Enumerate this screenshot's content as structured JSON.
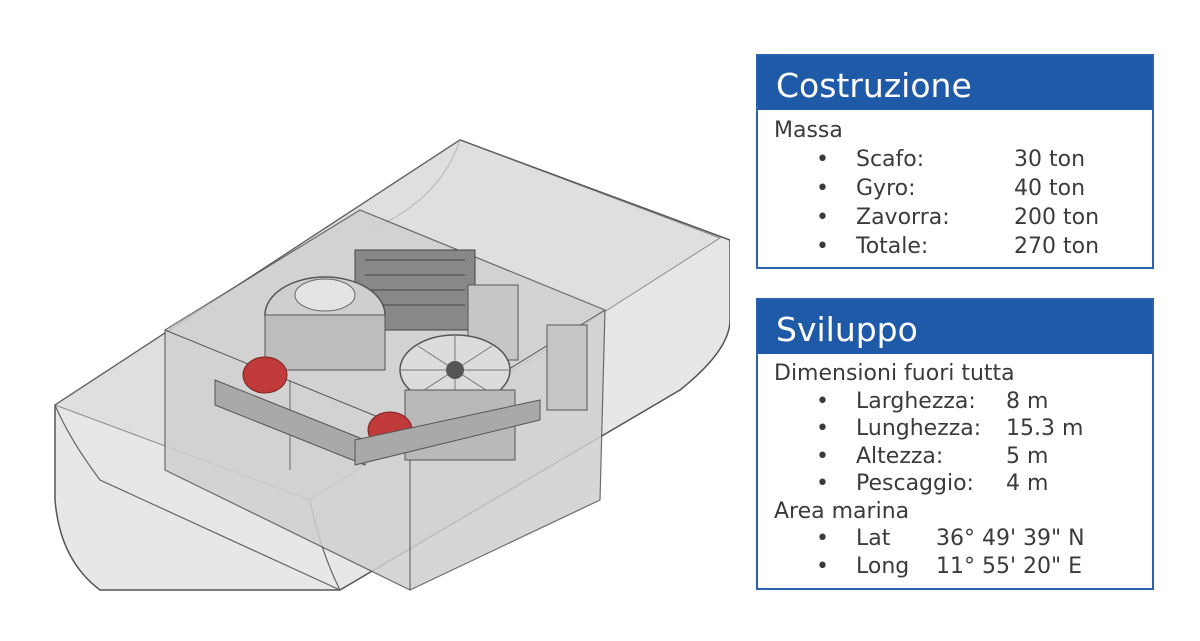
{
  "construction": {
    "title": "Costruzione",
    "section": "Massa",
    "items": [
      {
        "label": "Scafo:",
        "value": "30 ton"
      },
      {
        "label": "Gyro:",
        "value": "40 ton"
      },
      {
        "label": "Zavorra:",
        "value": "200 ton"
      },
      {
        "label": "Totale:",
        "value": "270 ton"
      }
    ]
  },
  "development": {
    "title": "Sviluppo",
    "dimensions_section": "Dimensioni fuori tutta",
    "dimensions": [
      {
        "label": "Larghezza:",
        "value": "8 m"
      },
      {
        "label": "Lunghezza:",
        "value": "15.3 m"
      },
      {
        "label": "Altezza:",
        "value": "5 m"
      },
      {
        "label": "Pescaggio:",
        "value": "4 m"
      }
    ],
    "area_section": "Area marina",
    "area": [
      {
        "label": "Lat",
        "value": "36° 49' 39\" N"
      },
      {
        "label": "Long",
        "value": "11° 55' 20\" E"
      }
    ]
  },
  "bullet": "•"
}
